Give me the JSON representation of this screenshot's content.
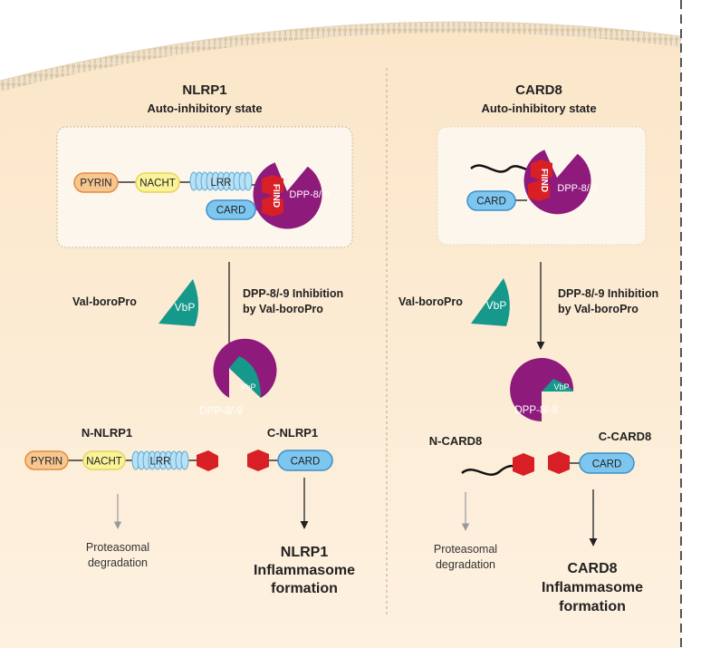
{
  "colors": {
    "cell_fill": "#fcebd2",
    "membrane": "#ead9bf",
    "dpp_purple": "#8e1a7c",
    "vbp_teal": "#16988a",
    "find_red": "#d81f26",
    "pyrin_orange": "#f2a35a",
    "nacht_yellow": "#fbf39a",
    "lrr_blue": "#a9d9f2",
    "card_blue": "#6fbde8"
  },
  "nlrp1": {
    "title": "NLRP1",
    "subtitle": "Auto-inhibitory state",
    "pyrin": "PYRIN",
    "nacht": "NACHT",
    "lrr": "LRR",
    "find": "FIIND",
    "card": "CARD",
    "dpp": "DPP-8/-9",
    "inhibitor_name": "Val-boroPro",
    "vbp": "VbP",
    "inhibition_line1": "DPP-8/-9 Inhibition",
    "inhibition_line2": "by Val-boroPro",
    "n_fragment": "N-NLRP1",
    "c_fragment": "C-NLRP1",
    "degradation_line1": "Proteasomal",
    "degradation_line2": "degradation",
    "outcome_line1": "NLRP1",
    "outcome_line2": "Inflammasome",
    "outcome_line3": "formation"
  },
  "card8": {
    "title": "CARD8",
    "subtitle": "Auto-inhibitory state",
    "find": "FIIND",
    "card": "CARD",
    "dpp": "DPP-8/-9",
    "inhibitor_name": "Val-boroPro",
    "vbp": "VbP",
    "inhibition_line1": "DPP-8/-9 Inhibition",
    "inhibition_line2": "by Val-boroPro",
    "n_fragment": "N-CARD8",
    "c_fragment": "C-CARD8",
    "degradation_line1": "Proteasomal",
    "degradation_line2": "degradation",
    "outcome_line1": "CARD8",
    "outcome_line2": "Inflammasome",
    "outcome_line3": "formation"
  }
}
